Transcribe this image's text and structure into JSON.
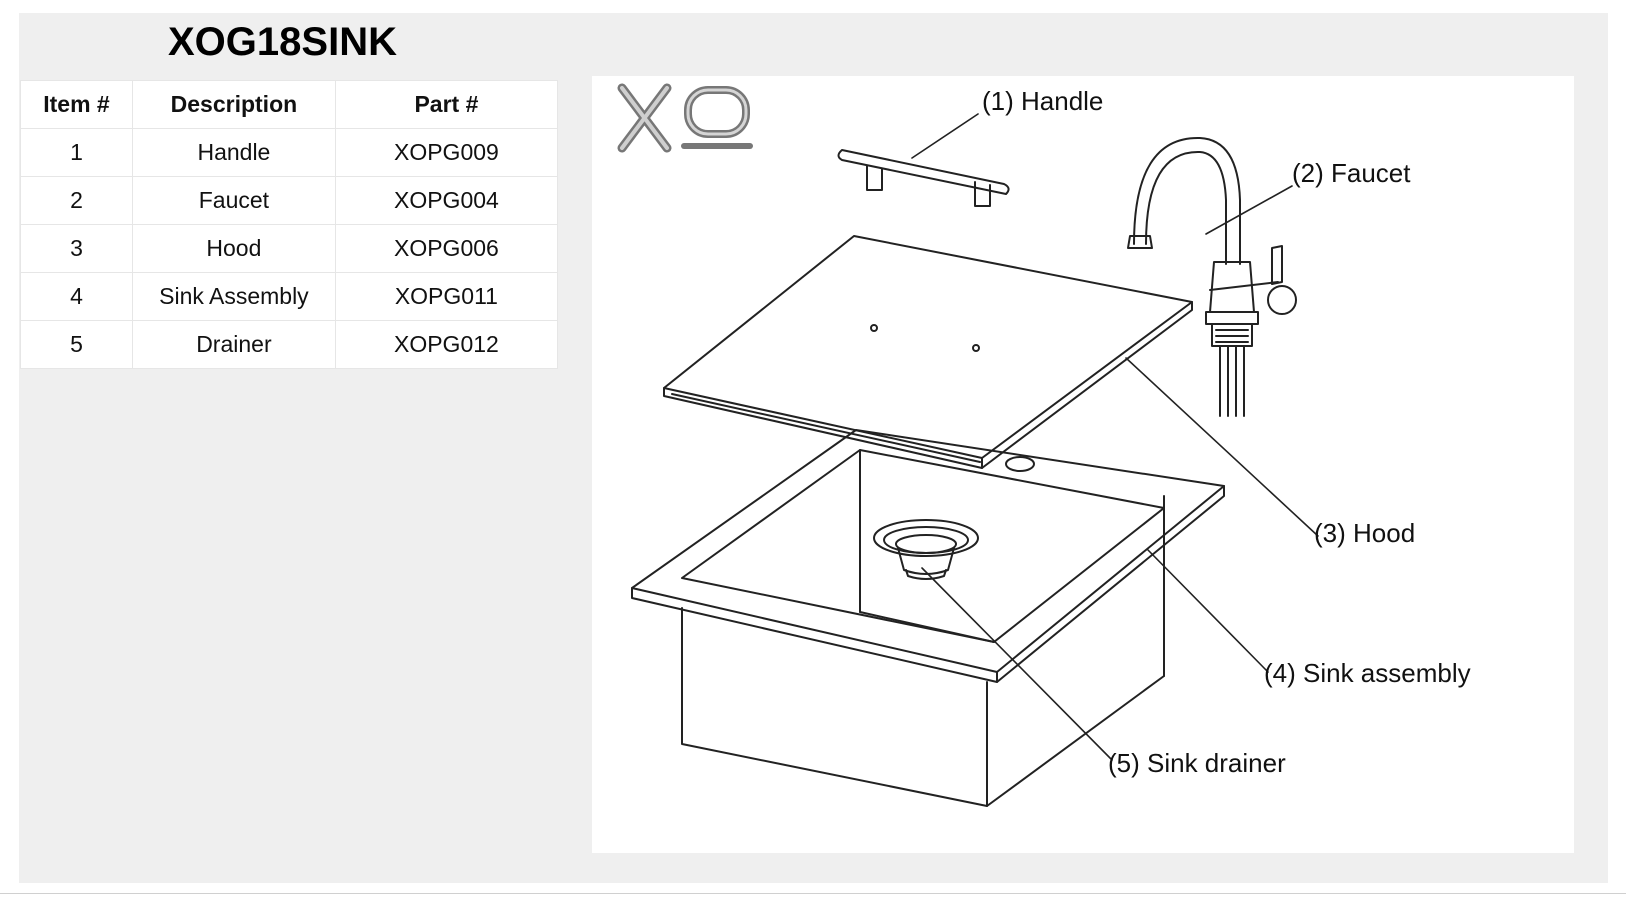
{
  "title": "XOG18SINK",
  "parts_table": {
    "headers": [
      "Item #",
      "Description",
      "Part #"
    ],
    "rows": [
      {
        "item": "1",
        "description": "Handle",
        "part": "XOPG009"
      },
      {
        "item": "2",
        "description": "Faucet",
        "part": "XOPG004"
      },
      {
        "item": "3",
        "description": "Hood",
        "part": "XOPG006"
      },
      {
        "item": "4",
        "description": "Sink Assembly",
        "part": "XOPG011"
      },
      {
        "item": "5",
        "description": "Drainer",
        "part": "XOPG012"
      }
    ]
  },
  "diagram": {
    "logo": "XO",
    "callouts": {
      "handle": "(1) Handle",
      "faucet": "(2) Faucet",
      "hood": "(3) Hood",
      "sink_assembly": "(4) Sink assembly",
      "sink_drainer": "(5) Sink drainer"
    }
  },
  "colors": {
    "panel": "#efefef",
    "line": "#222222"
  }
}
